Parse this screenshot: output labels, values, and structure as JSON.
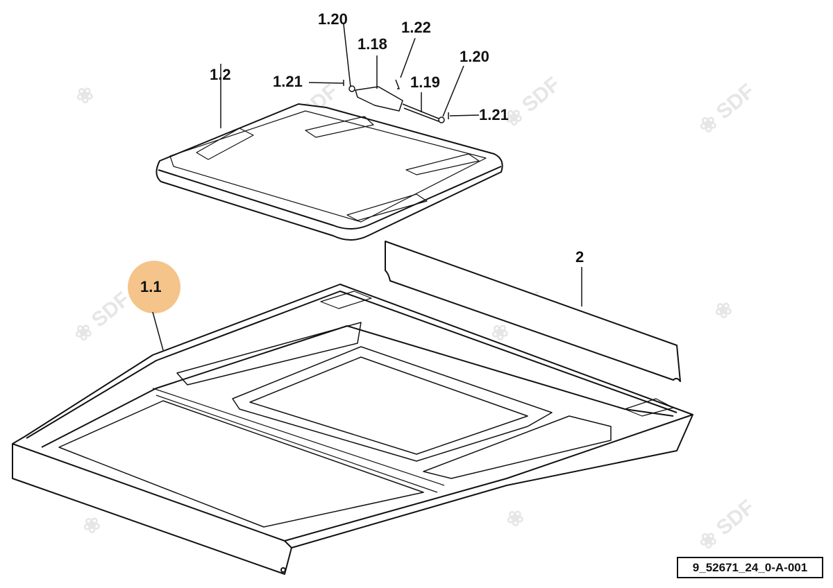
{
  "diagram": {
    "callouts": {
      "c_1_20_a": "1.20",
      "c_1_18": "1.18",
      "c_1_22": "1.22",
      "c_1_2": "1.2",
      "c_1_21_a": "1.21",
      "c_1_19": "1.19",
      "c_1_20_b": "1.20",
      "c_1_21_b": "1.21",
      "c_2": "2",
      "c_1_1": "1.1"
    },
    "highlight_color": "#f5c48a",
    "reference_code": "9_52671_24_0-A-001",
    "watermark": "SDF"
  }
}
